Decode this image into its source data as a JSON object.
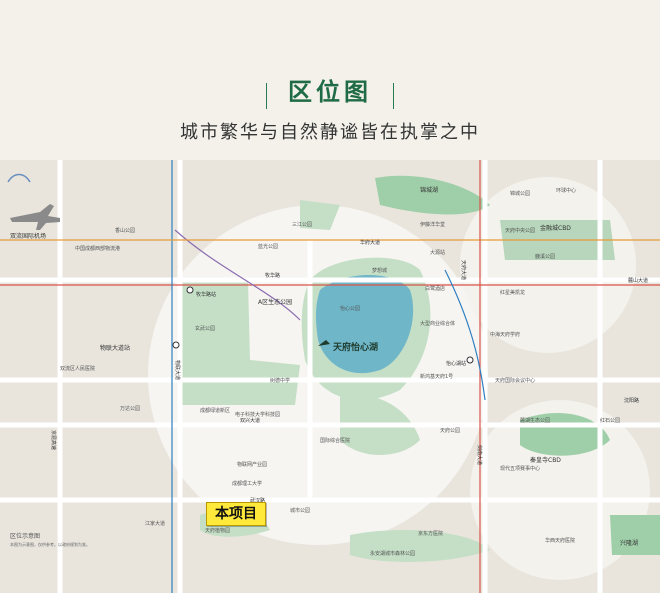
{
  "header": {
    "title": "区位图",
    "subtitle": "城市繁华与自然静谧皆在执掌之中"
  },
  "map": {
    "project_label": "本项目",
    "lake_label": "天府怡心湖",
    "footer_title": "区位示意图",
    "colors": {
      "background": "#e9e5dd",
      "green_area": "#c4dfc6",
      "green_dark": "#8fc39a",
      "lake": "#6fb6c9",
      "circle": "#ffffff",
      "road": "#ffffff",
      "metro_red": "#d9544a",
      "metro_purple": "#8c6db1",
      "metro_blue": "#2f7fc1",
      "metro_orange": "#e79a3a",
      "badge": "#ffe93a"
    },
    "roads": {
      "r1": "牧华路",
      "r2": "华府大道",
      "r3": "天府大道",
      "r4": "剑南大道",
      "r5": "京昆高速",
      "r6": "双兴大道",
      "r7": "物联大道",
      "r8": "麓山大道",
      "r9": "沈阳路",
      "r10": "武汉路",
      "r11": "兴隆湖",
      "r12": "秦皇寺CBD",
      "r13": "金融城CBD",
      "r14": "牧华路站",
      "r15": "物联大道站",
      "r16": "怡心湖站"
    },
    "places": {
      "p1": "双流国际机场",
      "p2": "锦城湖",
      "p3": "锦城公园",
      "p4": "环球中心",
      "p5": "三江公园",
      "p6": "蓝光公园",
      "p7": "A区生态公园",
      "p8": "玄武公园",
      "p9": "树德中学",
      "p10": "国际综合医院",
      "p11": "成都绿道新区",
      "p12": "电子科技大学科技园",
      "p13": "物联网产业园",
      "p14": "大源站",
      "p15": "伊藤洋华堂",
      "p16": "天府中央公园",
      "p17": "鹿溪公园",
      "p18": "红星美凯龙",
      "p19": "中海天府学府",
      "p20": "天府国际会议中心",
      "p21": "麓湖生态公园",
      "p22": "红石公园",
      "p23": "现代五项赛事中心",
      "p24": "华西天府医院",
      "p25": "天府植物园",
      "p26": "永安湖城市森林公园",
      "p27": "京东方医院",
      "p28": "大型商业综合体",
      "p29": "新鸿基天府1号",
      "p30": "白鹭酒店",
      "p31": "天府公园",
      "p32": "江家大道",
      "p33": "中国成都西部物流港",
      "p34": "双流区人民医院",
      "p35": "梦想城",
      "p36": "怡心公园",
      "p37": "香山公园",
      "p38": "万达公园",
      "p39": "成都理工大学",
      "p40": "城市公园"
    },
    "footnote": "本图为示意图，仅供参考。以政府规划为准。"
  }
}
